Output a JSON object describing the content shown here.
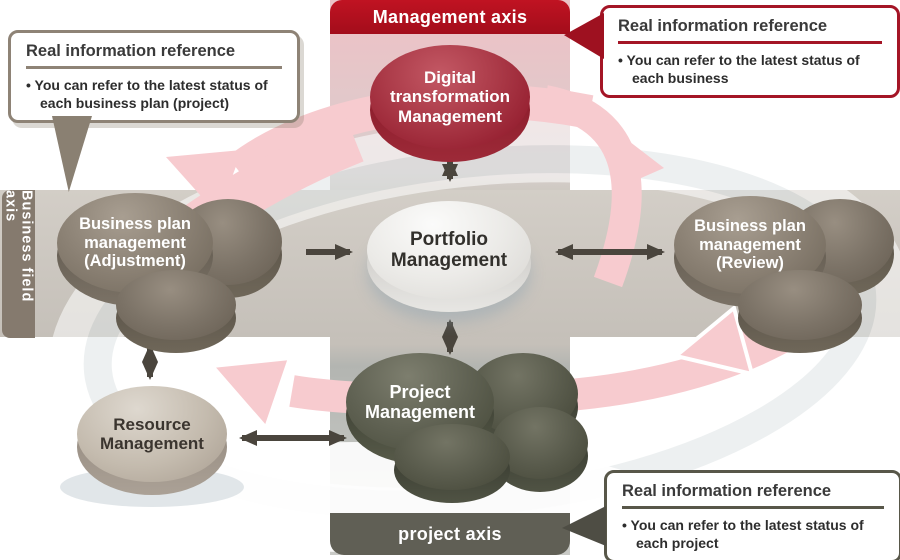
{
  "axes": {
    "management": "Management axis",
    "business_field": "Business field axis",
    "project": "project axis"
  },
  "nodes": {
    "digital_transformation": "Digital\ntransformation\nManagement",
    "portfolio": "Portfolio\nManagement",
    "business_plan_adjustment": "Business plan\nmanagement\n(Adjustment)",
    "business_plan_review": "Business plan\nmanagement\n(Review)",
    "project": "Project\nManagement",
    "resource": "Resource\nManagement"
  },
  "callouts": {
    "top_left": {
      "title": "Real information reference",
      "body": "• You can refer to the latest status of\neach business plan (project)"
    },
    "top_right": {
      "title": "Real information reference",
      "body": "• You can refer to the latest status of\neach business"
    },
    "bottom_right": {
      "title": "Real information reference",
      "body": "• You can refer to the latest status of\neach project"
    }
  },
  "colors": {
    "management_red": "#ad101e",
    "flow_pink": "#f7cbcf",
    "band_gray": "#cdc8c1",
    "business_axis_brown": "#857a6e",
    "project_axis_olive": "#5f5e55",
    "arrow_dark": "#4a453d"
  }
}
